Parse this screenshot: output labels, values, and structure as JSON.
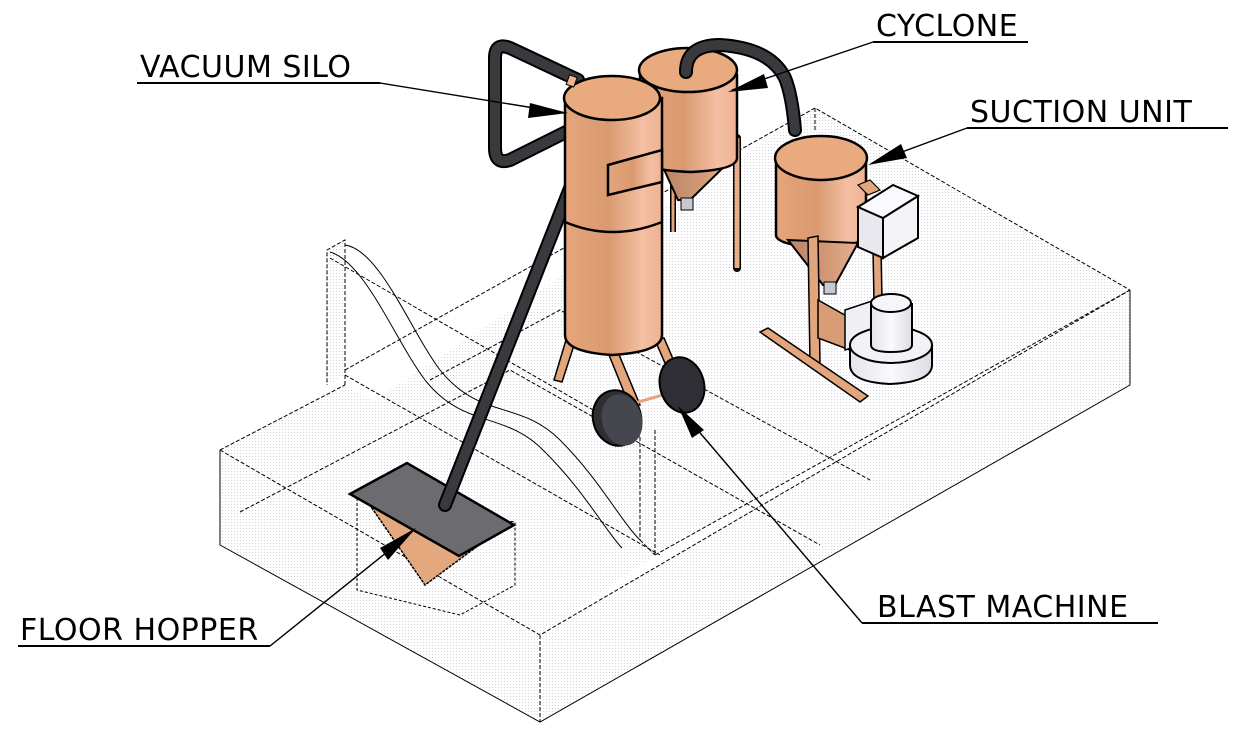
{
  "diagram": {
    "title": "Abrasive blast room recycling system layout",
    "components": [
      {
        "id": "vacuum-silo",
        "label": "VACUUM SILO"
      },
      {
        "id": "cyclone",
        "label": "CYCLONE"
      },
      {
        "id": "suction-unit",
        "label": "SUCTION UNIT"
      },
      {
        "id": "blast-machine",
        "label": "BLAST MACHINE"
      },
      {
        "id": "floor-hopper",
        "label": "FLOOR HOPPER"
      }
    ],
    "colors": {
      "vessel": "#E9A87C",
      "vessel_light": "#F6C3A6",
      "vessel_dark": "#C98A62",
      "hose": "#3A3A3E",
      "wheel": "#2E2E34",
      "grate": "#6C6C70",
      "motor": "#ECECF0",
      "platform_fill": "#F4F4F6"
    }
  }
}
